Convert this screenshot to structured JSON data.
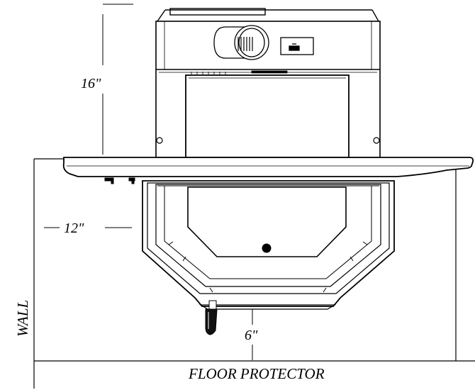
{
  "labels": {
    "height_clearance": "16\"",
    "side_clearance": "12\"",
    "front_clearance": "6\"",
    "wall": "WALL",
    "floor_protector": "FLOOR PROTECTOR"
  }
}
